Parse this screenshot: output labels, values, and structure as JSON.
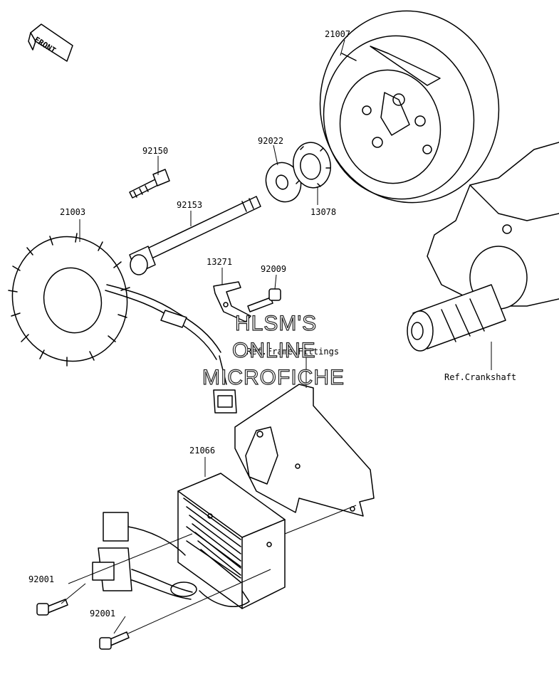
{
  "front_badge": "FRONT",
  "parts": {
    "p21007": "21007",
    "p92150": "92150",
    "p92022": "92022",
    "p13078": "13078",
    "p21003": "21003",
    "p92153": "92153",
    "p13271": "13271",
    "p92009": "92009",
    "p21066": "21066",
    "p92001a": "92001",
    "p92001b": "92001"
  },
  "refs": {
    "frame": "Ref.Frame Fittings",
    "crankshaft": "Ref.Crankshaft"
  },
  "watermark": {
    "line1": "HLSM'S",
    "line2": "ONLINE",
    "line3": "MICROFICHE"
  }
}
